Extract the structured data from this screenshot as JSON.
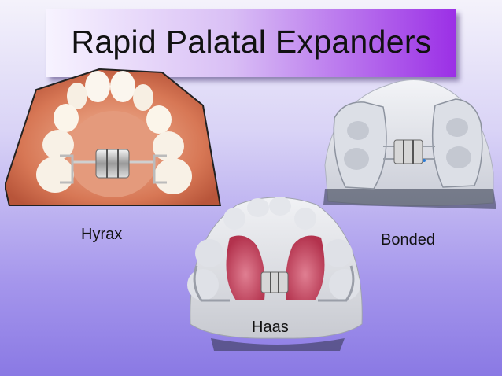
{
  "slide": {
    "title": "Rapid Palatal Expanders",
    "images": {
      "hyrax": {
        "label": "Hyrax",
        "icon": "hyrax-expander-photo"
      },
      "bonded": {
        "label": "Bonded",
        "icon": "bonded-expander-photo"
      },
      "haas": {
        "label": "Haas",
        "icon": "haas-expander-photo"
      }
    }
  },
  "colors": {
    "title_gradient_end": "#9b2fe6",
    "background_bottom": "#8a79e4",
    "gum_pink": "#d9775a",
    "acrylic_pink": "#c23b56",
    "plaster_white": "#e8e9ee"
  }
}
